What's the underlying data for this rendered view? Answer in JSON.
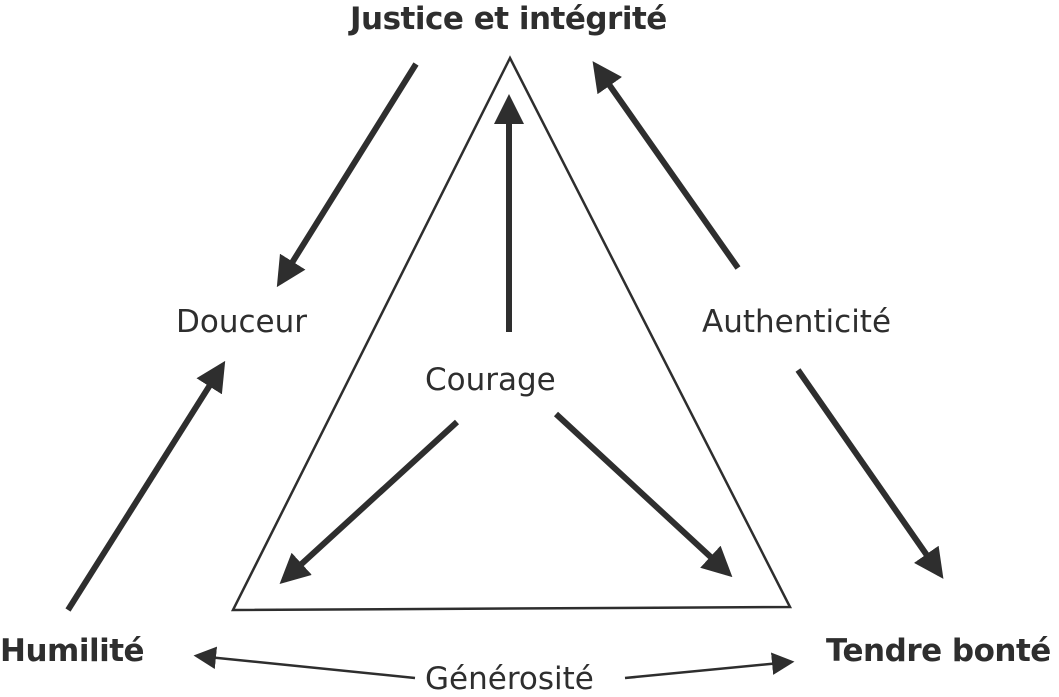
{
  "nodes": {
    "top": "Justice et intégrité",
    "bottom_left": "Humilité",
    "bottom_right": "Tendre bonté",
    "left_mid": "Douceur",
    "right_mid": "Authenticité",
    "center": "Courage",
    "bottom_mid": "Générosité"
  },
  "colors": {
    "ink": "#2e2e2e",
    "background": "#ffffff"
  },
  "edges": [
    {
      "from": "Justice et intégrité",
      "to": "Douceur"
    },
    {
      "from": "Humilité",
      "to": "Douceur"
    },
    {
      "from": "Authenticité",
      "to": "Justice et intégrité"
    },
    {
      "from": "Authenticité",
      "to": "Tendre bonté"
    },
    {
      "from": "Courage",
      "to": "Justice et intégrité"
    },
    {
      "from": "Courage",
      "to": "Humilité"
    },
    {
      "from": "Courage",
      "to": "Tendre bonté"
    },
    {
      "from": "Générosité",
      "to": "Humilité"
    },
    {
      "from": "Générosité",
      "to": "Tendre bonté"
    }
  ]
}
